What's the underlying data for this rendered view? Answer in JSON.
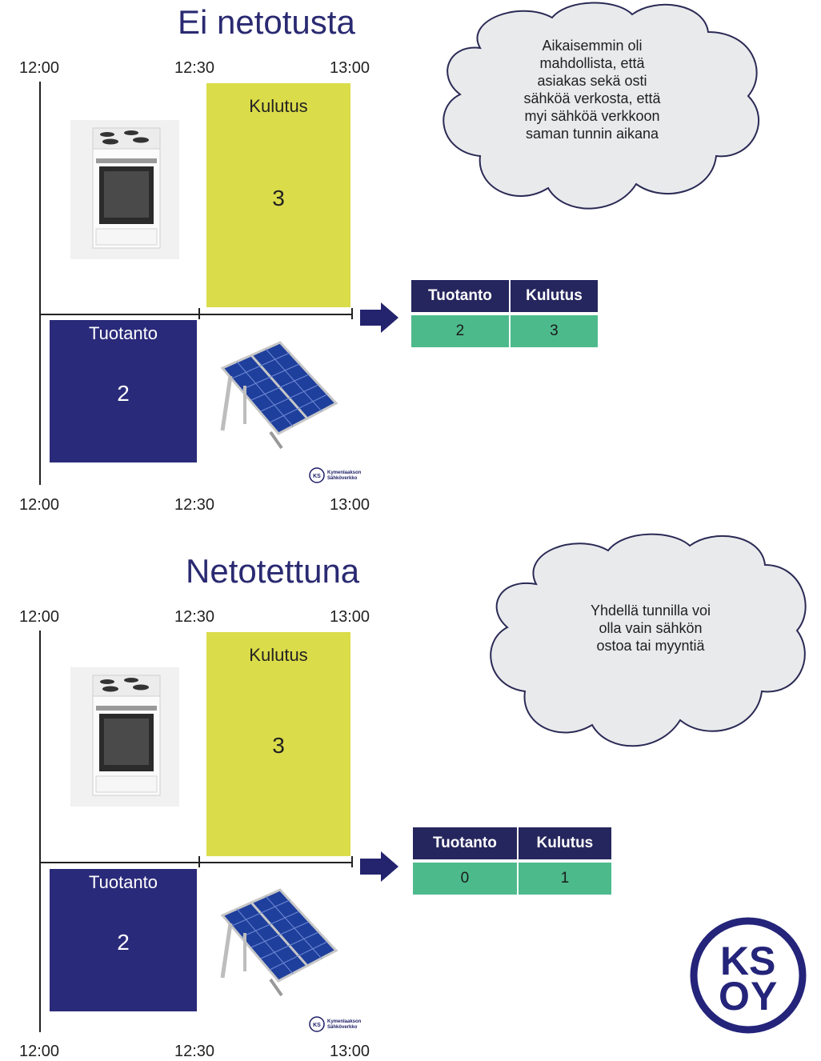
{
  "top": {
    "title": "Ei netotusta",
    "times_top": [
      "12:00",
      "12:30",
      "13:00"
    ],
    "times_bottom": [
      "12:00",
      "12:30",
      "13:00"
    ],
    "consumption": {
      "label": "Kulutus",
      "value": "3"
    },
    "production": {
      "label": "Tuotanto",
      "value": "2"
    },
    "table": {
      "headers": [
        "Tuotanto",
        "Kulutus"
      ],
      "values": [
        "2",
        "3"
      ]
    },
    "cloud_lines": [
      "Aikaisemmin oli",
      "mahdollista, että",
      "asiakas sekä osti",
      "sähköä verkosta, että",
      "myi sähköä verkkoon",
      "saman tunnin aikana"
    ]
  },
  "bottom": {
    "title": "Netotettuna",
    "times_top": [
      "12:00",
      "12:30",
      "13:00"
    ],
    "times_bottom": [
      "12:00",
      "12:30",
      "13:00"
    ],
    "consumption": {
      "label": "Kulutus",
      "value": "3"
    },
    "production": {
      "label": "Tuotanto",
      "value": "2"
    },
    "table": {
      "headers": [
        "Tuotanto",
        "Kulutus"
      ],
      "values": [
        "0",
        "1"
      ]
    },
    "cloud_lines": [
      "Yhdellä tunnilla voi",
      "olla vain sähkön",
      "ostoa tai myyntiä"
    ]
  },
  "logo": {
    "monogram": "KSOY",
    "small_text_1": "Kymenlaakson",
    "small_text_2": "Sähköverkko"
  },
  "colors": {
    "title": "#2a2a72",
    "consumption": "#dbdc4a",
    "production": "#2a2a7a",
    "table_header": "#26265e",
    "table_cell": "#4dba8c",
    "cloud": "#e9eaec"
  },
  "icons": {
    "stove": "electric-stove-icon",
    "solar": "solar-panel-icon",
    "arrow": "right-arrow-icon"
  }
}
